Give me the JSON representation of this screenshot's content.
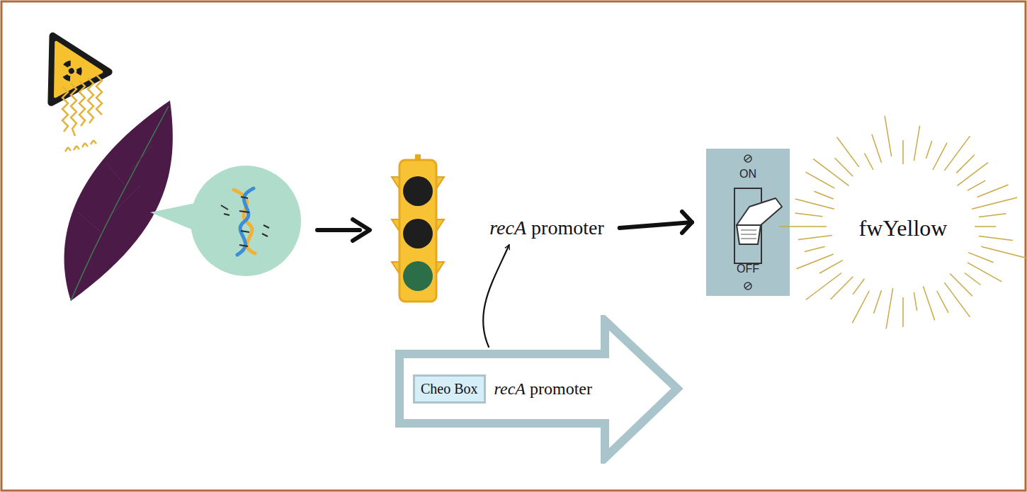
{
  "diagram": {
    "nodes": [
      {
        "text": [
          "recA promoter"
        ]
      },
      {
        "text": [
          "ON",
          "OFF"
        ]
      },
      {
        "text": [
          "fwYellow"
        ]
      },
      {
        "text": [
          "recA promoter"
        ]
      },
      {
        "text": [
          "Cheo Box"
        ],
        "in": 3
      }
    ],
    "edges": [
      {
        "from": 0,
        "to": 1,
        "arrow": "to"
      },
      {
        "from": 3,
        "to": 0,
        "arrow": "to"
      }
    ]
  }
}
